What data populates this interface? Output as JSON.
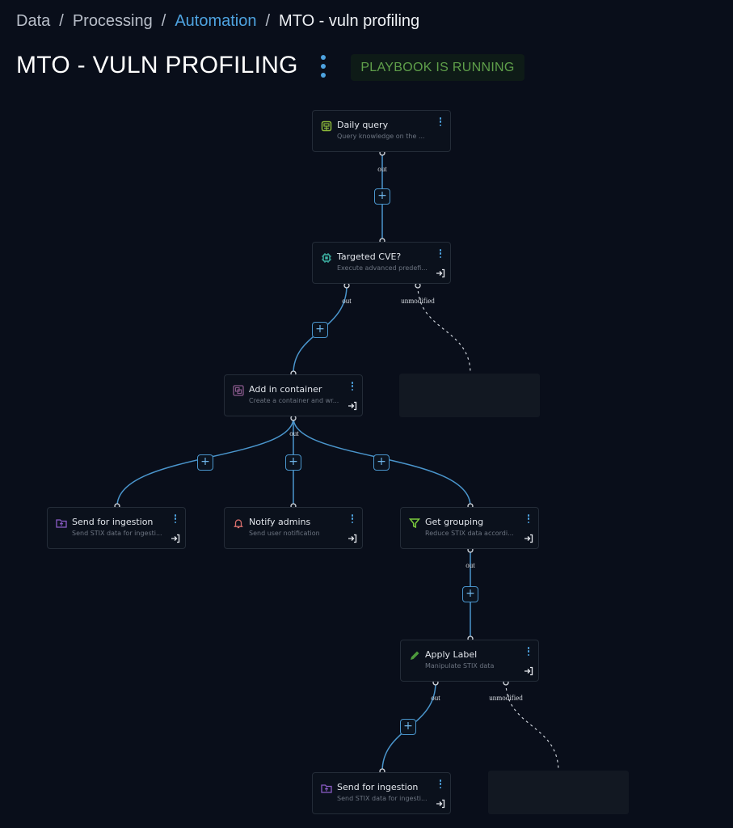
{
  "breadcrumb": {
    "items": [
      "Data",
      "Processing",
      "Automation",
      "MTO - vuln profiling"
    ],
    "separator": "/"
  },
  "page": {
    "title": "MTO - VULN PROFILING",
    "status_badge": "PLAYBOOK IS RUNNING"
  },
  "colors": {
    "background": "#090e1a",
    "accent": "#4ea3e0",
    "status_running": "#5f9f4a",
    "edge": "#4a95cc"
  },
  "nodes": [
    {
      "id": "daily-query",
      "name": "Daily query",
      "description": "Query knowledge on the ...",
      "icon": "database-icon",
      "icon_color": "#8cb83a",
      "has_enter": false
    },
    {
      "id": "targeted-cve",
      "name": "Targeted CVE?",
      "description": "Execute advanced predefi...",
      "icon": "chip-icon",
      "icon_color": "#3fb8a8",
      "has_enter": true
    },
    {
      "id": "add-in-container",
      "name": "Add in container",
      "description": "Create a container and wr...",
      "icon": "container-icon",
      "icon_color": "#8a5a8c",
      "has_enter": true
    },
    {
      "id": "send-for-ingestion-1",
      "name": "Send for ingestion",
      "description": "Send STIX data for ingesti...",
      "icon": "folder-upload-icon",
      "icon_color": "#8b5cc7",
      "has_enter": true
    },
    {
      "id": "notify-admins",
      "name": "Notify admins",
      "description": "Send user notification",
      "icon": "bell-icon",
      "icon_color": "#d9706d",
      "has_enter": true
    },
    {
      "id": "get-grouping",
      "name": "Get grouping",
      "description": "Reduce STIX data accordi...",
      "icon": "filter-icon",
      "icon_color": "#7ac93c",
      "has_enter": true
    },
    {
      "id": "apply-label",
      "name": "Apply Label",
      "description": "Manipulate STIX data",
      "icon": "pencil-icon",
      "icon_color": "#4d9a3c",
      "has_enter": true
    },
    {
      "id": "send-for-ingestion-2",
      "name": "Send for ingestion",
      "description": "Send STIX data for ingesti...",
      "icon": "folder-upload-icon",
      "icon_color": "#8b5cc7",
      "has_enter": true
    }
  ],
  "edges": [
    {
      "from": "daily-query",
      "to": "targeted-cve",
      "label": "out",
      "style": "solid"
    },
    {
      "from": "targeted-cve",
      "to": "add-in-container",
      "label": "out",
      "style": "solid"
    },
    {
      "from": "targeted-cve",
      "to": "placeholder-1",
      "label": "unmodified",
      "style": "dashed"
    },
    {
      "from": "add-in-container",
      "to": "send-for-ingestion-1",
      "label": "out",
      "style": "solid"
    },
    {
      "from": "add-in-container",
      "to": "notify-admins",
      "label": "",
      "style": "solid"
    },
    {
      "from": "add-in-container",
      "to": "get-grouping",
      "label": "",
      "style": "solid"
    },
    {
      "from": "get-grouping",
      "to": "apply-label",
      "label": "out",
      "style": "solid"
    },
    {
      "from": "apply-label",
      "to": "send-for-ingestion-2",
      "label": "out",
      "style": "solid"
    },
    {
      "from": "apply-label",
      "to": "placeholder-2",
      "label": "unmodified",
      "style": "dashed"
    }
  ],
  "add_button_label": "+"
}
